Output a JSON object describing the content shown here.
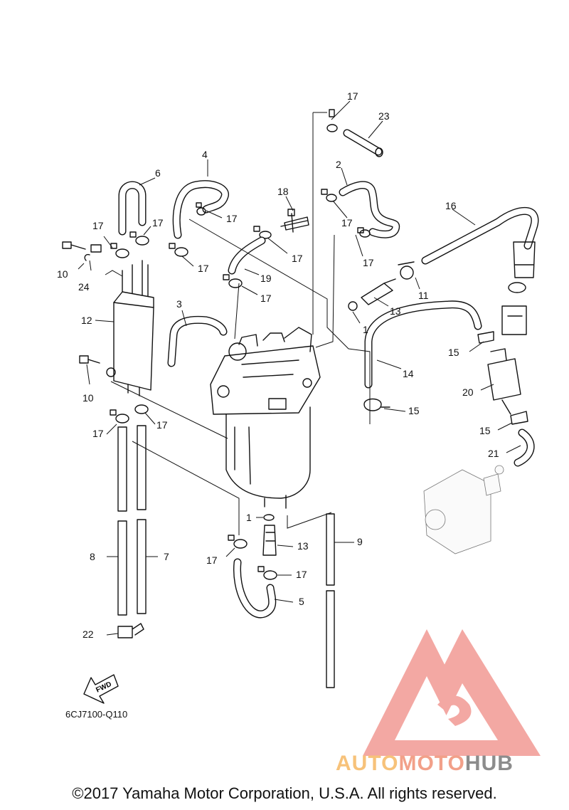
{
  "callouts": {
    "n1a": "1",
    "n1b": "1",
    "n2": "2",
    "n3": "3",
    "n4": "4",
    "n5": "5",
    "n6": "6",
    "n7": "7",
    "n8": "8",
    "n9": "9",
    "n10a": "10",
    "n10b": "10",
    "n11": "11",
    "n12": "12",
    "n13a": "13",
    "n13b": "13",
    "n14": "14",
    "n15a": "15",
    "n15b": "15",
    "n15c": "15",
    "n16": "16",
    "n17a": "17",
    "n17b": "17",
    "n17c": "17",
    "n17d": "17",
    "n17e": "17",
    "n17f": "17",
    "n17g": "17",
    "n17h": "17",
    "n17i": "17",
    "n17j": "17",
    "n17k": "17",
    "n17l": "17",
    "n17m": "17",
    "n18": "18",
    "n19": "19",
    "n20": "20",
    "n21": "21",
    "n22": "22",
    "n23": "23",
    "n24": "24"
  },
  "fwd_label": "FWD",
  "diagram_code": "6CJ7100-Q110",
  "copyright": "©2017 Yamaha Motor Corporation, U.S.A. All rights reserved.",
  "watermark": {
    "auto": "AUTO",
    "moto": "MOTO",
    "hub": "HUB"
  },
  "colors": {
    "watermark_red": "#f29a94",
    "watermark_orange": "#f7c27a",
    "watermark_gray": "#8c8c8c",
    "line": "#111111"
  }
}
